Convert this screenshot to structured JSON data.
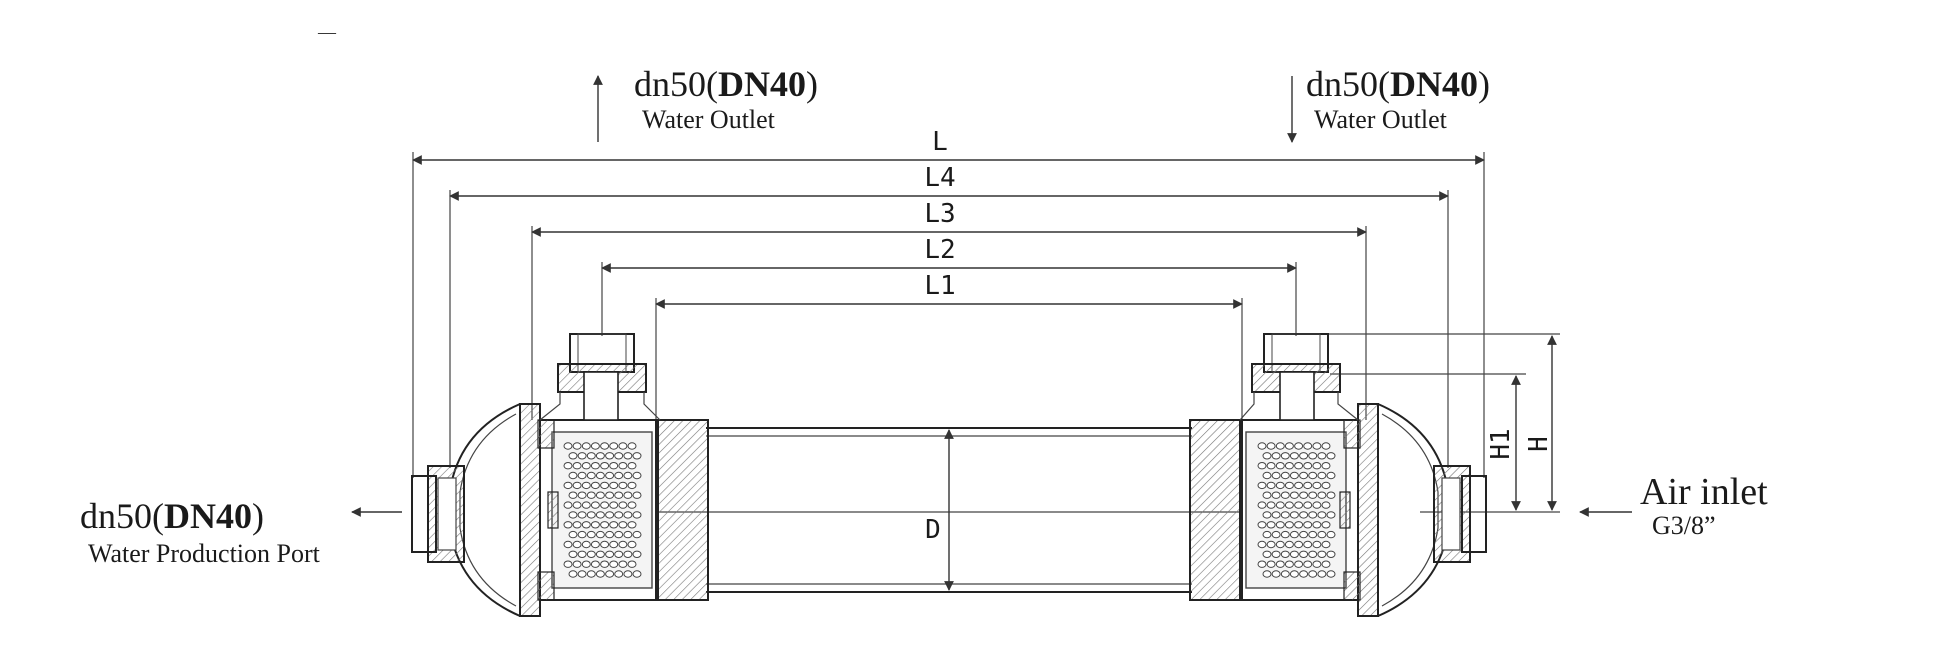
{
  "labels": {
    "outlet_left": {
      "size_a": "dn50(",
      "size_b": "DN40",
      "size_c": ")",
      "name": "Water Outlet"
    },
    "outlet_right": {
      "size_a": "dn50(",
      "size_b": "DN40",
      "size_c": ")",
      "name": "Water Outlet"
    },
    "production_port": {
      "size_a": "dn50(",
      "size_b": "DN40",
      "size_c": ")",
      "name": "Water Production Port"
    },
    "air_inlet": {
      "name": "Air inlet",
      "thread": "G3/8”"
    },
    "top_mark": "—"
  },
  "dimensions": {
    "L": "L",
    "L4": "L4",
    "L3": "L3",
    "L2": "L2",
    "L1": "L1",
    "H": "H",
    "H1": "H1",
    "D": "D"
  }
}
